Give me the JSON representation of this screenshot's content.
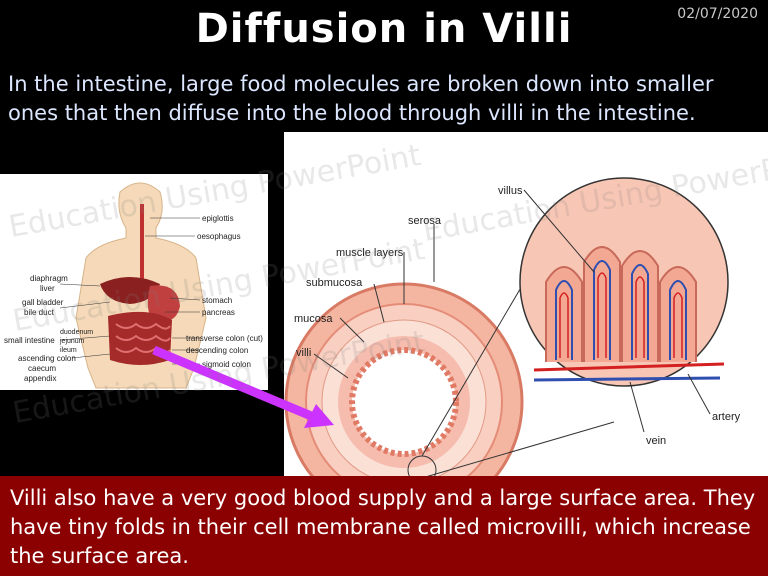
{
  "slide": {
    "date": "02/07/2020",
    "title": "Diffusion in Villi",
    "intro": "In the intestine, large food molecules are broken down into smaller ones that then diffuse into the blood through villi in the intestine.",
    "bottom_text": "Villi also have a very good blood supply and a large surface area.  They have tiny folds in their cell membrane called microvilli, which increase the surface area.",
    "watermark": "Education Using PowerPoint"
  },
  "digestive_labels": {
    "epiglottis": "epiglottis",
    "oesophagus": "oesophagus",
    "diaphragm": "diaphragm",
    "liver": "liver",
    "gall_bladder": "gall bladder",
    "bile_duct": "bile duct",
    "stomach": "stomach",
    "pancreas": "pancreas",
    "small_intestine": "small intestine",
    "duodenum": "duodenum",
    "jejunum": "jejunum",
    "ileum": "ileum",
    "transverse_colon": "transverse colon (cut)",
    "descending_colon": "descending colon",
    "ascending_colon": "ascending colon",
    "caecum": "caecum",
    "appendix": "appendix",
    "sigmoid_colon": "sigmoid colon"
  },
  "villi_labels": {
    "villus": "villus",
    "serosa": "serosa",
    "muscle_layers": "muscle layers",
    "submucosa": "submucosa",
    "mucosa": "mucosa",
    "villi": "villi",
    "artery": "artery",
    "vein": "vein"
  },
  "colors": {
    "background": "#000000",
    "bottom_bar": "#8b0000",
    "intro_text": "#dce6ff",
    "arrow": "#cc33ff"
  }
}
